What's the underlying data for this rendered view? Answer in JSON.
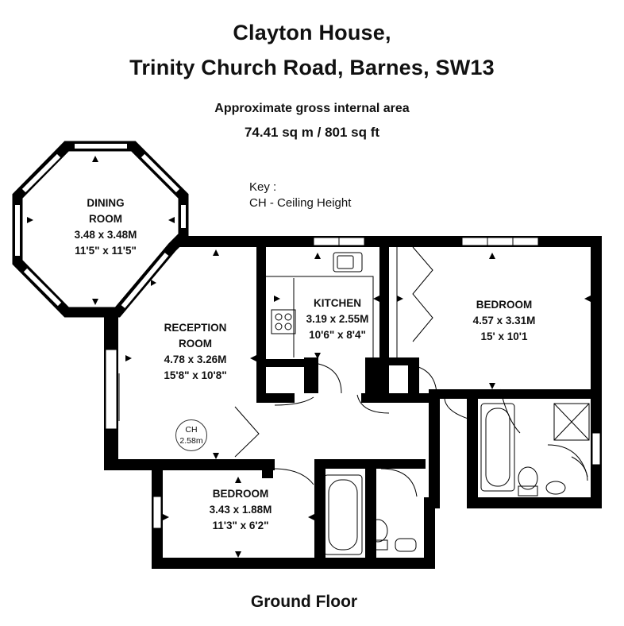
{
  "header": {
    "title_line1": "Clayton House,",
    "title_line2": "Trinity Church Road, Barnes, SW13",
    "area_label": "Approximate gross internal area",
    "area_value": "74.41 sq m  /  801 sq ft"
  },
  "key": {
    "title": "Key :",
    "entry": "CH - Ceiling Height"
  },
  "rooms": {
    "dining": {
      "name_line1": "DINING",
      "name_line2": "ROOM",
      "metric": "3.48 x 3.48M",
      "imperial": "11'5\" x 11'5\""
    },
    "reception": {
      "name_line1": "RECEPTION",
      "name_line2": "ROOM",
      "metric": "4.78 x 3.26M",
      "imperial": "15'8\" x 10'8\""
    },
    "kitchen": {
      "name": "KITCHEN",
      "metric": "3.19 x 2.55M",
      "imperial": "10'6\" x 8'4\""
    },
    "bedroom1": {
      "name": "BEDROOM",
      "metric": "4.57 x 3.31M",
      "imperial": "15' x 10'1"
    },
    "bedroom2": {
      "name": "BEDROOM",
      "metric": "3.43 x 1.88M",
      "imperial": "11'3\" x 6'2\""
    }
  },
  "ceiling_height": {
    "label": "CH",
    "value": "2.58m"
  },
  "floor_label": "Ground Floor",
  "colors": {
    "wall": "#000000",
    "window": "#ffffff",
    "background": "#ffffff"
  }
}
